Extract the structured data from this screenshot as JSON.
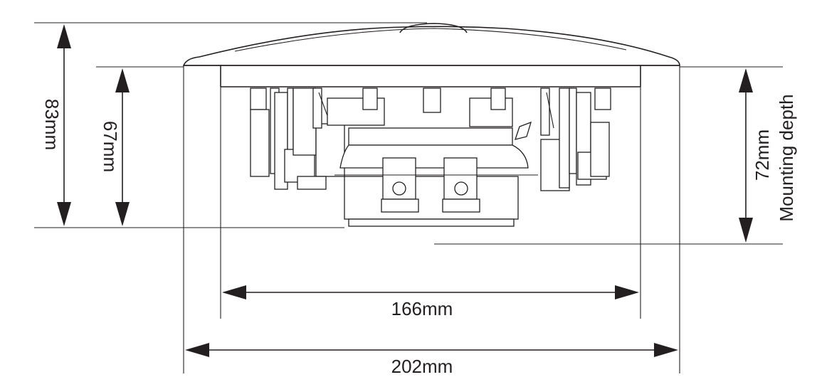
{
  "dimensions": {
    "total_height": "83mm",
    "body_height": "67mm",
    "mounting_depth_value": "72mm",
    "mounting_depth_label": "Mounting depth",
    "cutout_width": "166mm",
    "overall_width": "202mm"
  },
  "colors": {
    "line": "#231f20",
    "background": "#ffffff"
  }
}
